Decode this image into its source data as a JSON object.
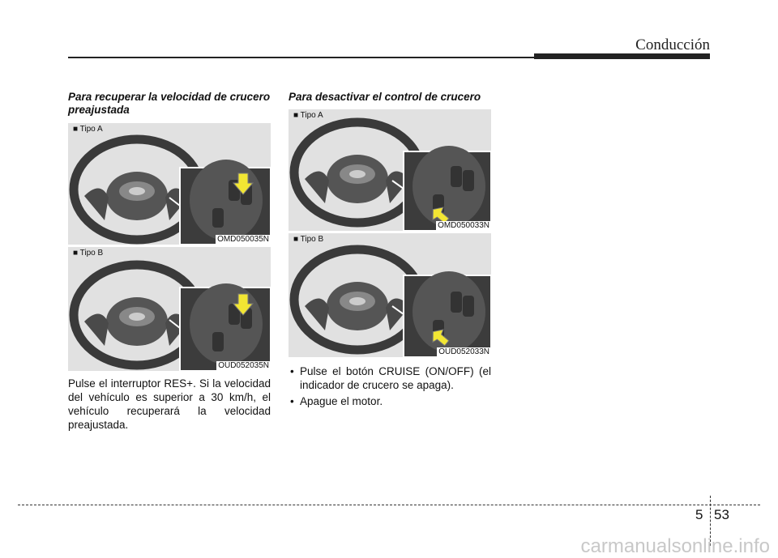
{
  "header": {
    "section_title": "Conducción"
  },
  "left": {
    "heading": "Para recuperar la velocidad de crucero preajustada",
    "fig_a": {
      "label": "Tipo A",
      "code": "OMD050035N"
    },
    "fig_b": {
      "label": "Tipo B",
      "code": "OUD052035N"
    },
    "body": "Pulse el interruptor RES+. Si la velocidad del vehículo es superior a 30 km/h, el vehículo recuperará la velocidad preajustada."
  },
  "middle": {
    "heading": "Para desactivar el control de crucero",
    "fig_a": {
      "label": "Tipo A",
      "code": "OMD050033N"
    },
    "fig_b": {
      "label": "Tipo B",
      "code": "OUD052033N"
    },
    "bullets": [
      "Pulse el botón CRUISE (ON/OFF) (el indicador de crucero se apaga).",
      "Apague el motor."
    ]
  },
  "footer": {
    "chapter": "5",
    "page": "53"
  },
  "watermark": "carmanualsonline.info"
}
